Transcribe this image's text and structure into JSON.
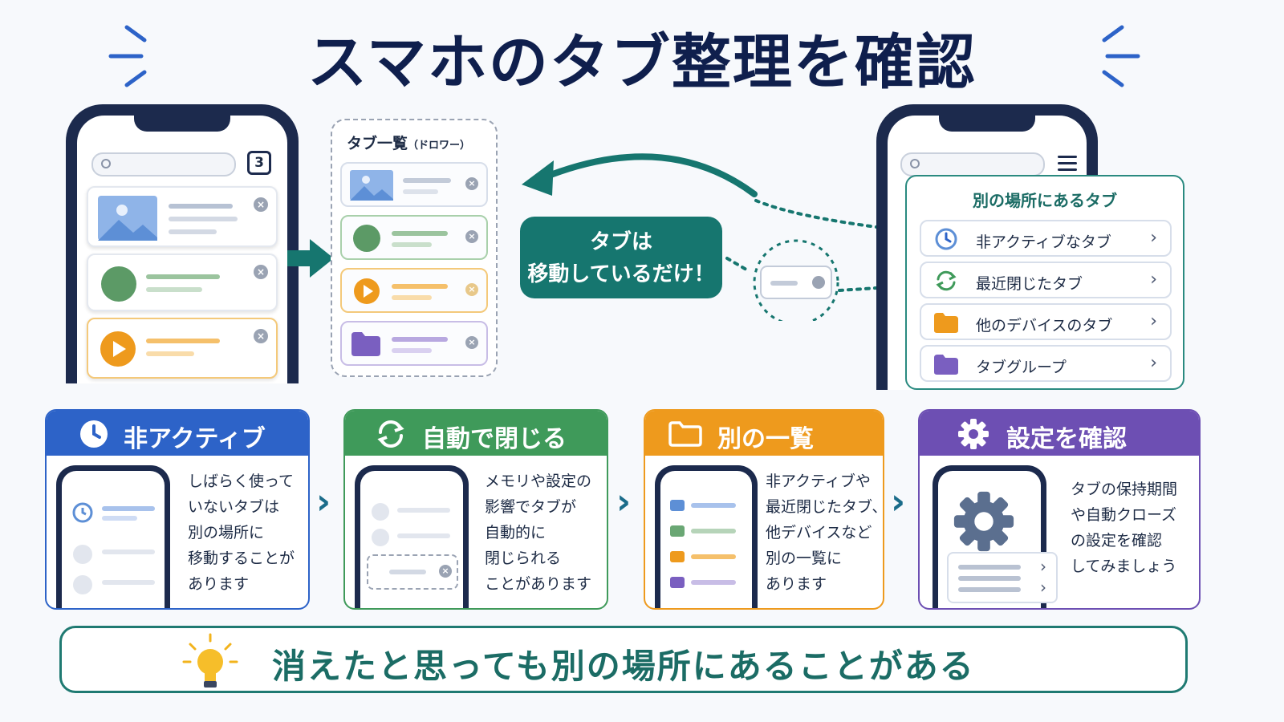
{
  "title": "スマホのタブ整理を確認",
  "left_phone": {
    "tab_count": "3"
  },
  "drawer": {
    "title": "タブ一覧",
    "subtitle": "（ドロワー）"
  },
  "callout": {
    "line1": "タブは",
    "line2": "移動しているだけ！"
  },
  "panel": {
    "title": "別の場所にあるタブ",
    "items": [
      {
        "label": "非アクティブなタブ",
        "icon": "clock-icon"
      },
      {
        "label": "最近閉じたタブ",
        "icon": "refresh-icon"
      },
      {
        "label": "他のデバイスのタブ",
        "icon": "folder-icon"
      },
      {
        "label": "タブグループ",
        "icon": "folder-icon"
      }
    ]
  },
  "steps": [
    {
      "title": "非アクティブ",
      "icon": "clock-icon",
      "color": "#2d63c8",
      "text": "しばらく使って\nいないタブは\n別の場所に\n移動することが\nあります"
    },
    {
      "title": "自動で閉じる",
      "icon": "refresh-icon",
      "color": "#3f9a5a",
      "text": "メモリや設定の\n影響でタブが\n自動的に\n閉じられる\nことがあります"
    },
    {
      "title": "別の一覧",
      "icon": "folder-icon",
      "color": "#ee9a1d",
      "text": "非アクティブや\n最近閉じたタブ、\n他デバイスなど\n別の一覧に\nあります"
    },
    {
      "title": "設定を確認",
      "icon": "gear-icon",
      "color": "#6d4fb3",
      "text": "タブの保持期間\nや自動クローズ\nの設定を確認\nしてみましょう"
    }
  ],
  "banner": {
    "text": "消えたと思っても別の場所にあることがある",
    "icon": "lightbulb-icon"
  },
  "colors": {
    "teal": "#16766f",
    "navy": "#0f1f4d",
    "blue": "#2d63c8",
    "green": "#3f9a5a",
    "orange": "#ee9a1d",
    "purple": "#6d4fb3"
  }
}
